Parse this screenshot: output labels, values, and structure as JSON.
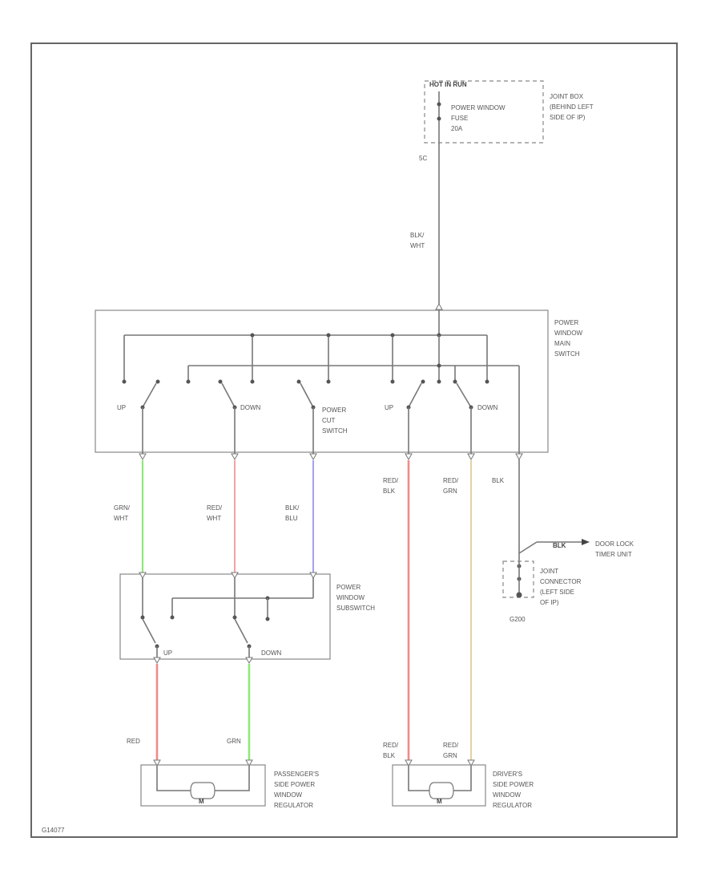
{
  "fuse": {
    "header": "HOT IN RUN",
    "name_lines": [
      "POWER WINDOW",
      "FUSE",
      "20A"
    ],
    "location_lines": [
      "JOINT BOX",
      "(BEHIND LEFT",
      "SIDE OF IP)"
    ],
    "pin": "5C"
  },
  "main_feed_wire": [
    "BLK/",
    "WHT"
  ],
  "main_switch": {
    "label_lines": [
      "POWER",
      "WINDOW",
      "MAIN",
      "SWITCH"
    ],
    "left_up": "UP",
    "left_down": "DOWN",
    "cut_switch_lines": [
      "POWER",
      "CUT",
      "SWITCH"
    ],
    "right_up": "UP",
    "right_down": "DOWN"
  },
  "wires": {
    "grn_wht": [
      "GRN/",
      "WHT"
    ],
    "red_wht": [
      "RED/",
      "WHT"
    ],
    "blk_blu": [
      "BLK/",
      "BLU"
    ],
    "red_blk": [
      "RED/",
      "BLK"
    ],
    "red_grn": [
      "RED/",
      "GRN"
    ],
    "blk": "BLK",
    "blk_timer": "BLK",
    "red": "RED",
    "grn": "GRN",
    "red_blk_low": [
      "RED/",
      "BLK"
    ],
    "red_grn_low": [
      "RED/",
      "GRN"
    ]
  },
  "door_lock_timer_lines": [
    "DOOR LOCK",
    "TIMER UNIT"
  ],
  "joint_connector_lines": [
    "JOINT",
    "CONNECTOR",
    "(LEFT SIDE",
    "OF IP)"
  ],
  "ground": "G200",
  "subswitch": {
    "label_lines": [
      "POWER",
      "WINDOW",
      "SUBSWITCH"
    ],
    "up": "UP",
    "down": "DOWN"
  },
  "passenger_regulator": {
    "label_lines": [
      "PASSENGER'S",
      "SIDE POWER",
      "WINDOW",
      "REGULATOR"
    ],
    "motor": "M"
  },
  "driver_regulator": {
    "label_lines": [
      "DRIVER'S",
      "SIDE POWER",
      "WINDOW",
      "REGULATOR"
    ],
    "motor": "M"
  },
  "figure_id": "G14077",
  "colors": {
    "grn_wire": "#8ee87a",
    "red_wire": "#f08a8a",
    "blu_wire": "#8a8ae8",
    "yel_wire": "#d8c88a",
    "gray_wire": "#777777"
  }
}
